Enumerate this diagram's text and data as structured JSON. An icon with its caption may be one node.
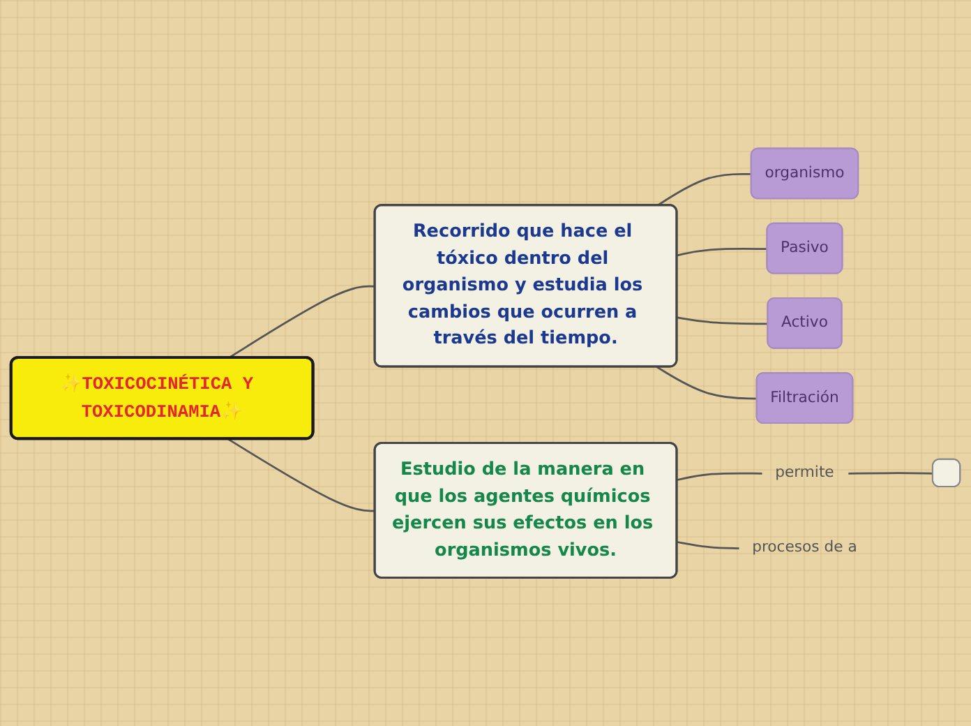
{
  "diagram": {
    "nodes": [
      {
        "text": [
          "✨TOXICOCINÉTICA Y TOXICODINAMIA✨"
        ]
      },
      {
        "text": [
          "Recorrido que hace el tóxico dentro del organismo y estudia los cambios que ocurren a través del tiempo."
        ]
      },
      {
        "text": [
          "organismo"
        ]
      },
      {
        "text": [
          "Pasivo"
        ]
      },
      {
        "text": [
          "Activo"
        ]
      },
      {
        "text": [
          "Filtración"
        ]
      },
      {
        "text": [
          "Estudio de la manera en que los agentes químicos ejercen sus efectos en los organismos vivos."
        ]
      },
      {
        "text": [
          "permite"
        ]
      },
      {
        "text": [],
        "shape": "box"
      },
      {
        "text": [
          "procesos de a"
        ]
      }
    ],
    "edges": [
      {
        "from": 0,
        "to": 1,
        "arrow": "none"
      },
      {
        "from": 0,
        "to": 6,
        "arrow": "none"
      },
      {
        "from": 1,
        "to": 2,
        "arrow": "none"
      },
      {
        "from": 1,
        "to": 3,
        "arrow": "none"
      },
      {
        "from": 1,
        "to": 4,
        "arrow": "none"
      },
      {
        "from": 1,
        "to": 5,
        "arrow": "none"
      },
      {
        "from": 6,
        "to": 7,
        "arrow": "none"
      },
      {
        "from": 6,
        "to": 9,
        "arrow": "none"
      },
      {
        "from": 7,
        "to": 8,
        "arrow": "none"
      }
    ]
  }
}
